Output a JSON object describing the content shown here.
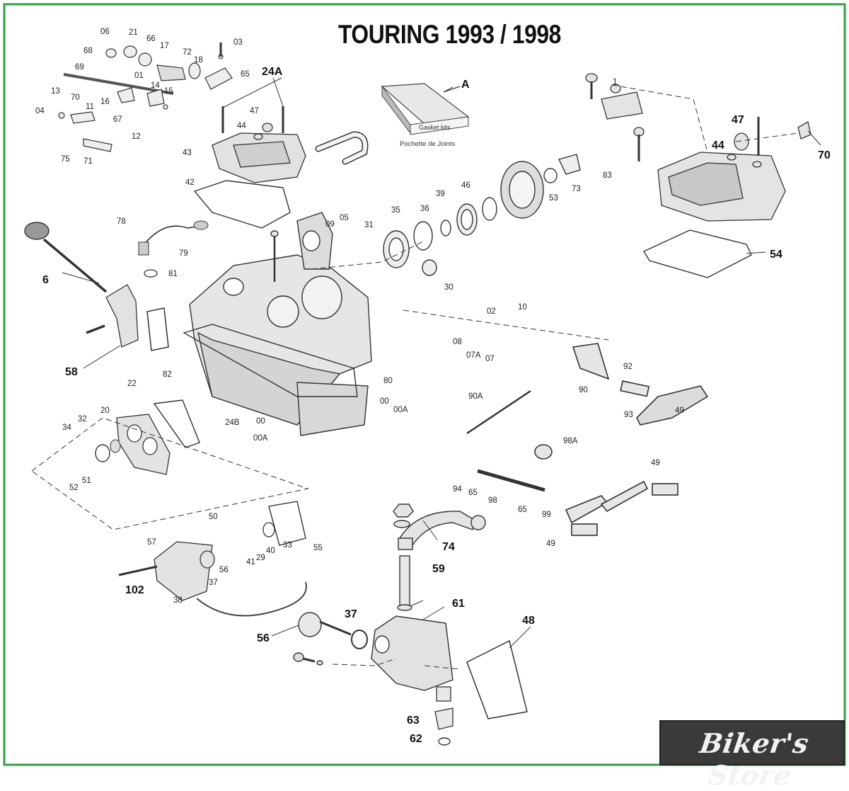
{
  "title": "TOURING 1993 / 1998",
  "brand": {
    "border_color": "#2ea043",
    "logo_text": "Biker's Store"
  },
  "gasket_kit": {
    "label": "A",
    "box_text": "Gasket kits",
    "caption": "Pochette de Joints"
  },
  "callouts": [
    "06",
    "21",
    "66",
    "17",
    "72",
    "18",
    "03",
    "68",
    "69",
    "01",
    "65",
    "13",
    "70",
    "16",
    "14",
    "15",
    "04",
    "11",
    "67",
    "12",
    "75",
    "71",
    "24A",
    "47",
    "44",
    "43",
    "42",
    "78",
    "79",
    "81",
    "6",
    "58",
    "82",
    "09",
    "05",
    "31",
    "35",
    "36",
    "39",
    "46",
    "53",
    "73",
    "83",
    "30",
    "1",
    "47",
    "44",
    "70",
    "54",
    "02",
    "10",
    "08",
    "07A",
    "07",
    "80",
    "90A",
    "90",
    "92",
    "93",
    "49",
    "22",
    "20",
    "34",
    "32",
    "52",
    "51",
    "24B",
    "00",
    "00A",
    "00",
    "00A",
    "98A",
    "94",
    "65",
    "98",
    "65",
    "99",
    "49",
    "49",
    "50",
    "57",
    "40",
    "29",
    "41",
    "33",
    "55",
    "56",
    "37",
    "102",
    "38",
    "74",
    "59",
    "61",
    "37",
    "56",
    "48",
    "63",
    "62"
  ]
}
